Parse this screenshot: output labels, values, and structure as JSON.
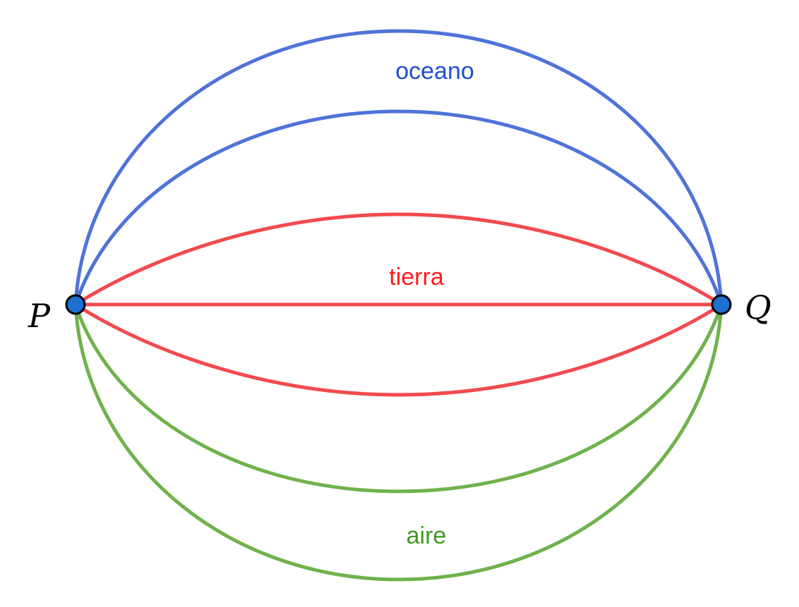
{
  "points": {
    "left": {
      "label": "P"
    },
    "right": {
      "label": "Q"
    },
    "node_color": "#1f6fd1"
  },
  "groups": [
    {
      "key": "ocean",
      "label": "oceano",
      "stroke_color": "#4f73d8",
      "label_color": "#1f4fd1"
    },
    {
      "key": "land",
      "label": "tierra",
      "stroke_color": "#f24a4e",
      "label_color": "#ff1a1a"
    },
    {
      "key": "air",
      "label": "aire",
      "stroke_color": "#6fb24d",
      "label_color": "#3f9a21"
    }
  ]
}
